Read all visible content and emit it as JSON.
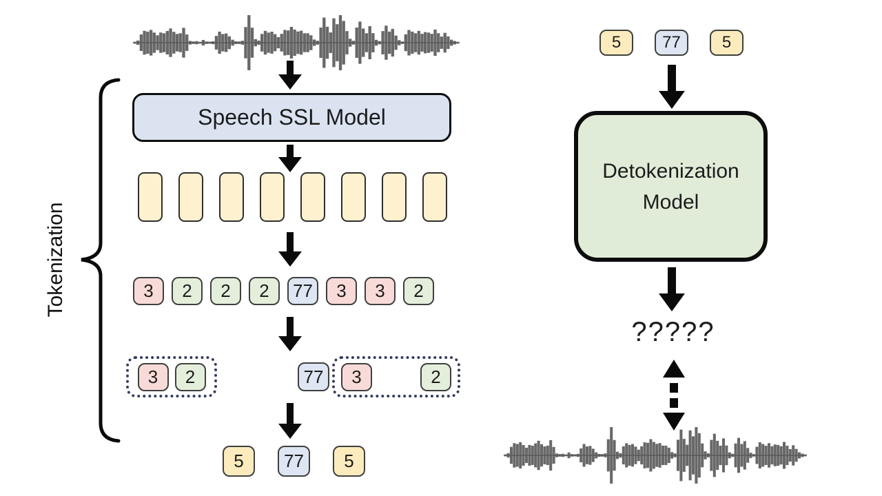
{
  "colors": {
    "pink": "#f8dbd8",
    "green": "#e4efdb",
    "blue": "#dde6f2",
    "yellow": "#fcecbd",
    "dotted_outline": "#343a5e",
    "arrow_black": "#0a0a0a",
    "waveform_gray": "#585858",
    "ssl_box_fill": "#dbe3f1",
    "detok_box_fill": "#e1ecd8",
    "embedding_fill": "#fdf1cf"
  },
  "left": {
    "brace_label": "Tokenization",
    "ssl_model_label": "Speech SSL Model",
    "embedding_count": 8,
    "token_row": [
      {
        "value": "3",
        "color": "pink"
      },
      {
        "value": "2",
        "color": "green"
      },
      {
        "value": "2",
        "color": "green"
      },
      {
        "value": "2",
        "color": "green"
      },
      {
        "value": "77",
        "color": "blue"
      },
      {
        "value": "3",
        "color": "pink"
      },
      {
        "value": "3",
        "color": "pink"
      },
      {
        "value": "2",
        "color": "green"
      }
    ],
    "grouped_row": {
      "group1": [
        {
          "value": "3",
          "color": "pink"
        },
        {
          "value": "2",
          "color": "green"
        }
      ],
      "solo": {
        "value": "77",
        "color": "blue"
      },
      "group2": [
        {
          "value": "3",
          "color": "pink"
        },
        {
          "value": "2",
          "color": "green"
        }
      ]
    },
    "final_tokens": [
      {
        "value": "5",
        "color": "yellow"
      },
      {
        "value": "77",
        "color": "blue"
      },
      {
        "value": "5",
        "color": "yellow"
      }
    ]
  },
  "right": {
    "input_tokens": [
      {
        "value": "5",
        "color": "yellow"
      },
      {
        "value": "77",
        "color": "blue"
      },
      {
        "value": "5",
        "color": "yellow"
      }
    ],
    "detok_model_label_line1": "Detokenization",
    "detok_model_label_line2": "Model",
    "unknown_text": "?????"
  },
  "waveform_envelope": [
    0.04,
    0.08,
    0.28,
    0.38,
    0.35,
    0.42,
    0.36,
    0.3,
    0.4,
    0.33,
    0.38,
    0.45,
    0.35,
    0.3,
    0.36,
    0.62,
    0.3,
    0.06,
    0.04,
    0.05,
    0.03,
    0.1,
    0.05,
    0.04,
    0.05,
    0.22,
    0.35,
    0.28,
    0.32,
    0.25,
    0.12,
    0.05,
    0.04,
    0.06,
    0.5,
    0.95,
    0.55,
    0.15,
    0.08,
    0.3,
    0.38,
    0.32,
    0.36,
    0.3,
    0.22,
    0.35,
    0.45,
    0.4,
    0.5,
    0.42,
    0.38,
    0.45,
    0.4,
    0.35,
    0.25,
    0.1,
    0.06,
    0.5,
    0.9,
    0.65,
    0.4,
    0.85,
    0.6,
    0.95,
    0.7,
    0.4,
    0.15,
    0.08,
    0.55,
    0.7,
    0.45,
    0.3,
    0.55,
    0.35,
    0.12,
    0.06,
    0.4,
    0.55,
    0.35,
    0.45,
    0.25,
    0.1,
    0.05,
    0.3,
    0.42,
    0.35,
    0.3,
    0.4,
    0.33,
    0.45,
    0.38,
    0.3,
    0.42,
    0.3,
    0.2,
    0.35,
    0.25,
    0.12,
    0.06,
    0.03
  ]
}
